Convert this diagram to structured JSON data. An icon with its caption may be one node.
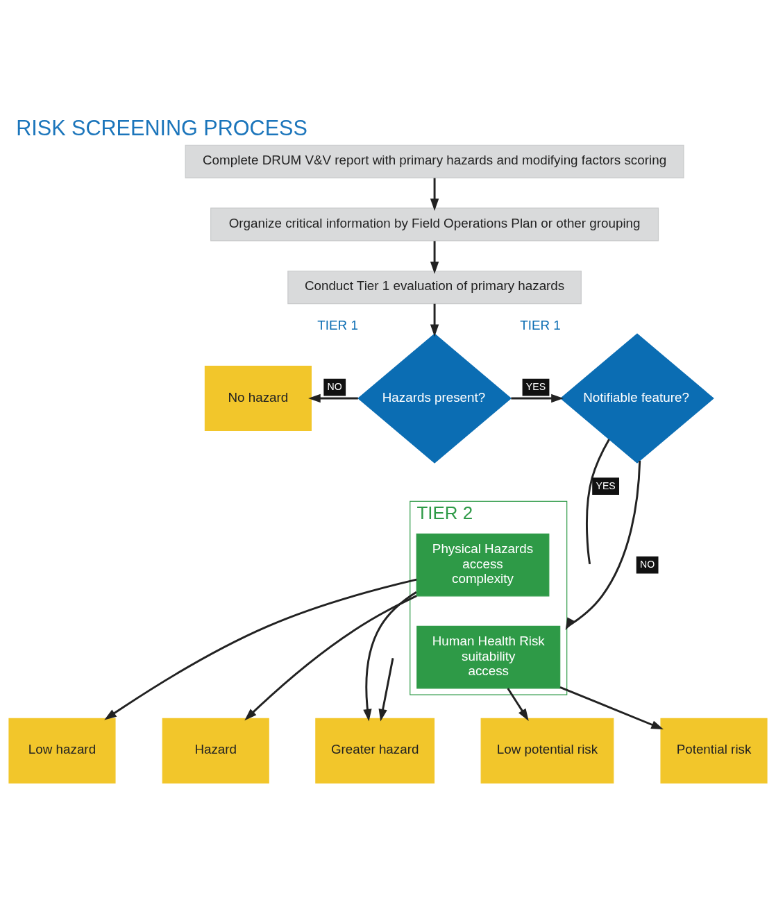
{
  "diagram": {
    "title": "RISK SCREENING PROCESS",
    "nodes": [
      {
        "text": [
          "Complete DRUM V&V report with primary hazards and modifying factors scoring"
        ]
      },
      {
        "text": [
          "Organize critical information by Field Operations Plan or other grouping"
        ]
      },
      {
        "text": [
          "Conduct Tier 1 evaluation of primary hazards"
        ]
      },
      {
        "text": [
          "Hazards present?"
        ],
        "beside": [
          "TIER 1"
        ]
      },
      {
        "text": [
          "No hazard"
        ]
      },
      {
        "text": [
          "Notifiable feature?"
        ],
        "beside": [
          "TIER 1"
        ]
      },
      {
        "text": [
          "TIER 2"
        ]
      },
      {
        "text": [
          "Physical Hazards",
          "access",
          "complexity"
        ],
        "in": 6
      },
      {
        "text": [
          "Human Health Risk",
          "suitability",
          "access"
        ],
        "in": 6
      },
      {
        "text": [
          "Low hazard"
        ]
      },
      {
        "text": [
          "Hazard"
        ]
      },
      {
        "text": [
          "Greater hazard"
        ]
      },
      {
        "text": [
          "Low potential risk"
        ]
      },
      {
        "text": [
          "Potential risk"
        ]
      }
    ],
    "edges": [
      {
        "from": 0,
        "to": 1,
        "arrow": "to"
      },
      {
        "from": 1,
        "to": 2,
        "arrow": "to"
      },
      {
        "from": 2,
        "to": 3,
        "arrow": "to"
      },
      {
        "from": 3,
        "to": 4,
        "arrow": "to",
        "label": "NO"
      },
      {
        "from": 3,
        "to": 5,
        "arrow": "to",
        "label": "YES"
      },
      {
        "from": 5,
        "to": null,
        "arrow": "none",
        "label": "YES"
      },
      {
        "from": 5,
        "to": 6,
        "arrow": "to",
        "label": "NO"
      },
      {
        "from": 7,
        "to": 9,
        "arrow": "to"
      },
      {
        "from": 7,
        "to": 10,
        "arrow": "to"
      },
      {
        "from": 7,
        "to": 11,
        "arrow": "to"
      },
      {
        "from": 8,
        "to": 12,
        "arrow": "to"
      },
      {
        "from": 8,
        "to": 13,
        "arrow": "to"
      },
      {
        "from": null,
        "to": 11,
        "arrow": "to"
      }
    ]
  }
}
